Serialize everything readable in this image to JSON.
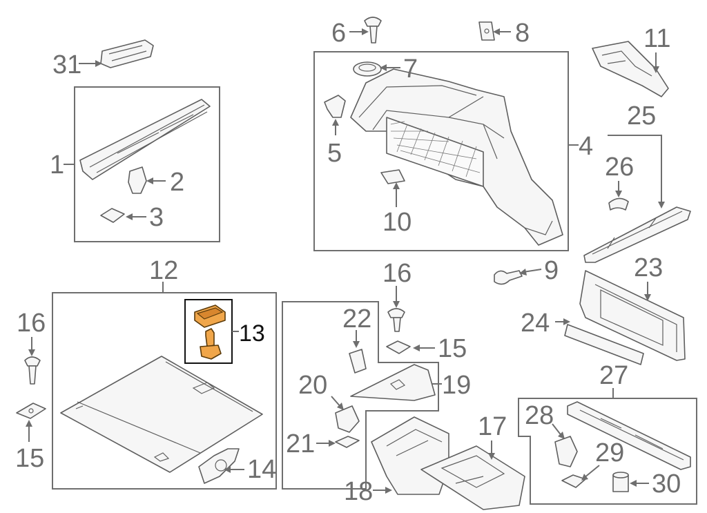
{
  "diagram": {
    "callouts": [
      "1",
      "2",
      "3",
      "4",
      "5",
      "6",
      "7",
      "8",
      "9",
      "10",
      "11",
      "12",
      "13",
      "14",
      "15",
      "16",
      "17",
      "18",
      "19",
      "20",
      "21",
      "22",
      "23",
      "24",
      "25",
      "26",
      "27",
      "28",
      "29",
      "30",
      "31"
    ],
    "extra_callouts": {
      "left_15": "15",
      "left_16": "16"
    },
    "highlight_color": "#f0a64a",
    "highlighted_callout": "13"
  }
}
